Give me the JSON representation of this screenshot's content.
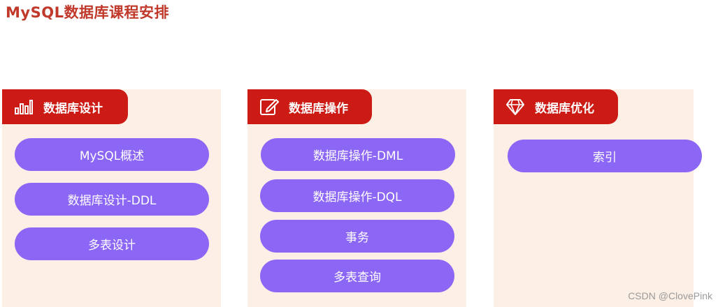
{
  "page": {
    "title": "MySQL数据库课程安排"
  },
  "cards": [
    {
      "header": "数据库设计",
      "icon": "bar-chart-icon",
      "items": [
        "MySQL概述",
        "数据库设计-DDL",
        "多表设计"
      ]
    },
    {
      "header": "数据库操作",
      "icon": "edit-icon",
      "items": [
        "数据库操作-DML",
        "数据库操作-DQL",
        "事务",
        "多表查询"
      ]
    },
    {
      "header": "数据库优化",
      "icon": "diamond-icon",
      "items": [
        "索引"
      ]
    }
  ],
  "colors": {
    "title": "#c0392b",
    "header_bg": "#cc1b14",
    "card_bg": "#fcefe6",
    "pill": "#8c67f5"
  },
  "watermark": "CSDN @ClovePink"
}
